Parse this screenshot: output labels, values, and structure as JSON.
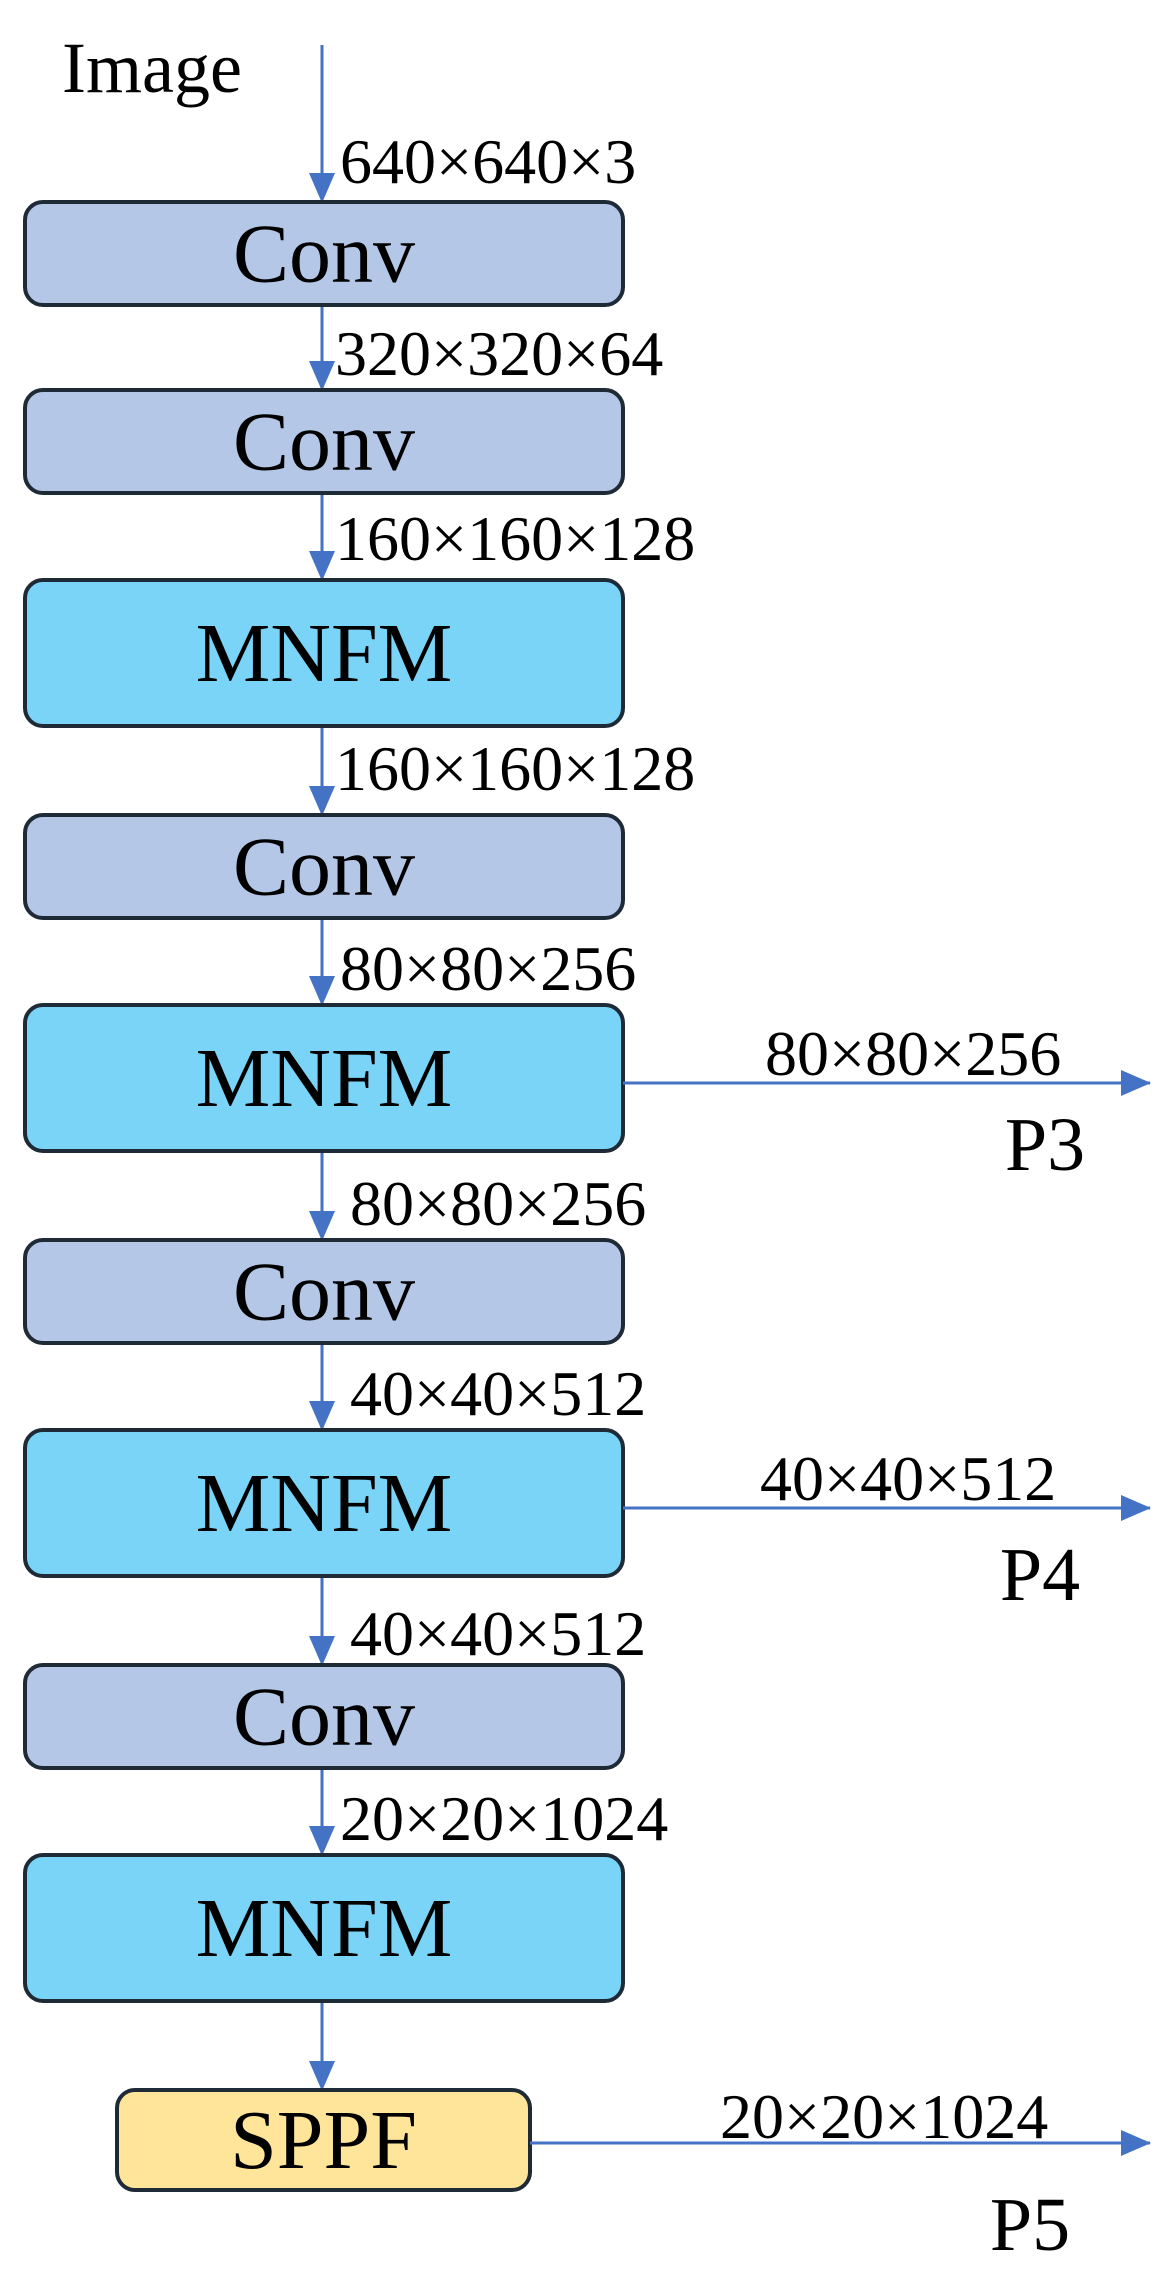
{
  "input_label": "Image",
  "colors": {
    "conv_fill": "#b4c7e7",
    "mnfm_fill": "#7ad4f7",
    "sppf_fill": "#ffe599",
    "border": "#1f2a37",
    "arrow": "#4472c4"
  },
  "blocks": [
    {
      "id": "conv1",
      "label": "Conv",
      "kind": "conv",
      "input_dims": "640×640×3"
    },
    {
      "id": "conv2",
      "label": "Conv",
      "kind": "conv",
      "input_dims": "320×320×64"
    },
    {
      "id": "mnfm1",
      "label": "MNFM",
      "kind": "mnfm",
      "input_dims": "160×160×128"
    },
    {
      "id": "conv3",
      "label": "Conv",
      "kind": "conv",
      "input_dims": "160×160×128"
    },
    {
      "id": "mnfm2",
      "label": "MNFM",
      "kind": "mnfm",
      "input_dims": "80×80×256"
    },
    {
      "id": "conv4",
      "label": "Conv",
      "kind": "conv",
      "input_dims": "80×80×256"
    },
    {
      "id": "mnfm3",
      "label": "MNFM",
      "kind": "mnfm",
      "input_dims": "40×40×512"
    },
    {
      "id": "conv5",
      "label": "Conv",
      "kind": "conv",
      "input_dims": "40×40×512"
    },
    {
      "id": "mnfm4",
      "label": "MNFM",
      "kind": "mnfm",
      "input_dims": "20×20×1024"
    },
    {
      "id": "sppf",
      "label": "SPPF",
      "kind": "sppf",
      "input_dims": ""
    }
  ],
  "outputs": [
    {
      "from": "mnfm2",
      "dims": "80×80×256",
      "label": "P3"
    },
    {
      "from": "mnfm3",
      "dims": "40×40×512",
      "label": "P4"
    },
    {
      "from": "sppf",
      "dims": "20×20×1024",
      "label": "P5"
    }
  ]
}
